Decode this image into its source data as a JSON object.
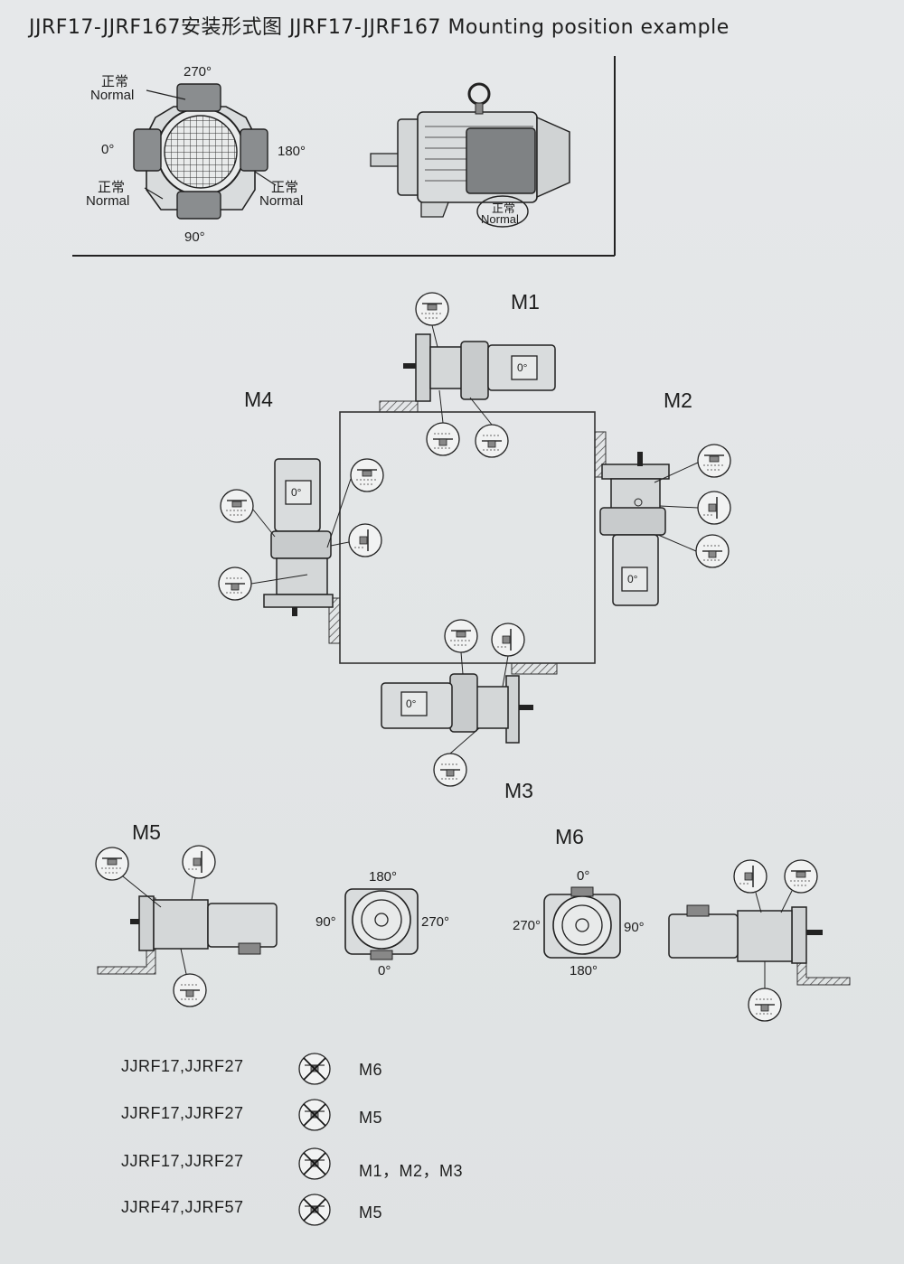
{
  "title": "JJRF17-JJRF167安装形式图 JJRF17-JJRF167  Mounting position example",
  "top_panel": {
    "angles": [
      "270°",
      "0°",
      "180°",
      "90°"
    ],
    "normal_labels": [
      "正常",
      "Normal"
    ],
    "motor_normal": [
      "正常",
      "Normal"
    ]
  },
  "positions": [
    "M1",
    "M2",
    "M3",
    "M4",
    "M5",
    "M6"
  ],
  "motor_box_label": "0°",
  "m5_view": {
    "top": "180°",
    "left": "90°",
    "right": "270°",
    "bottom": "0°"
  },
  "m6_view": {
    "top": "0°",
    "left": "270°",
    "right": "90°",
    "bottom": "180°"
  },
  "legend": [
    {
      "model": "JJRF17,JJRF27",
      "positions": "M6"
    },
    {
      "model": "JJRF17,JJRF27",
      "positions": "M5"
    },
    {
      "model": "JJRF17,JJRF27",
      "positions": "M1，M2，M3"
    },
    {
      "model": "JJRF47,JJRF57",
      "positions": "M5"
    }
  ]
}
